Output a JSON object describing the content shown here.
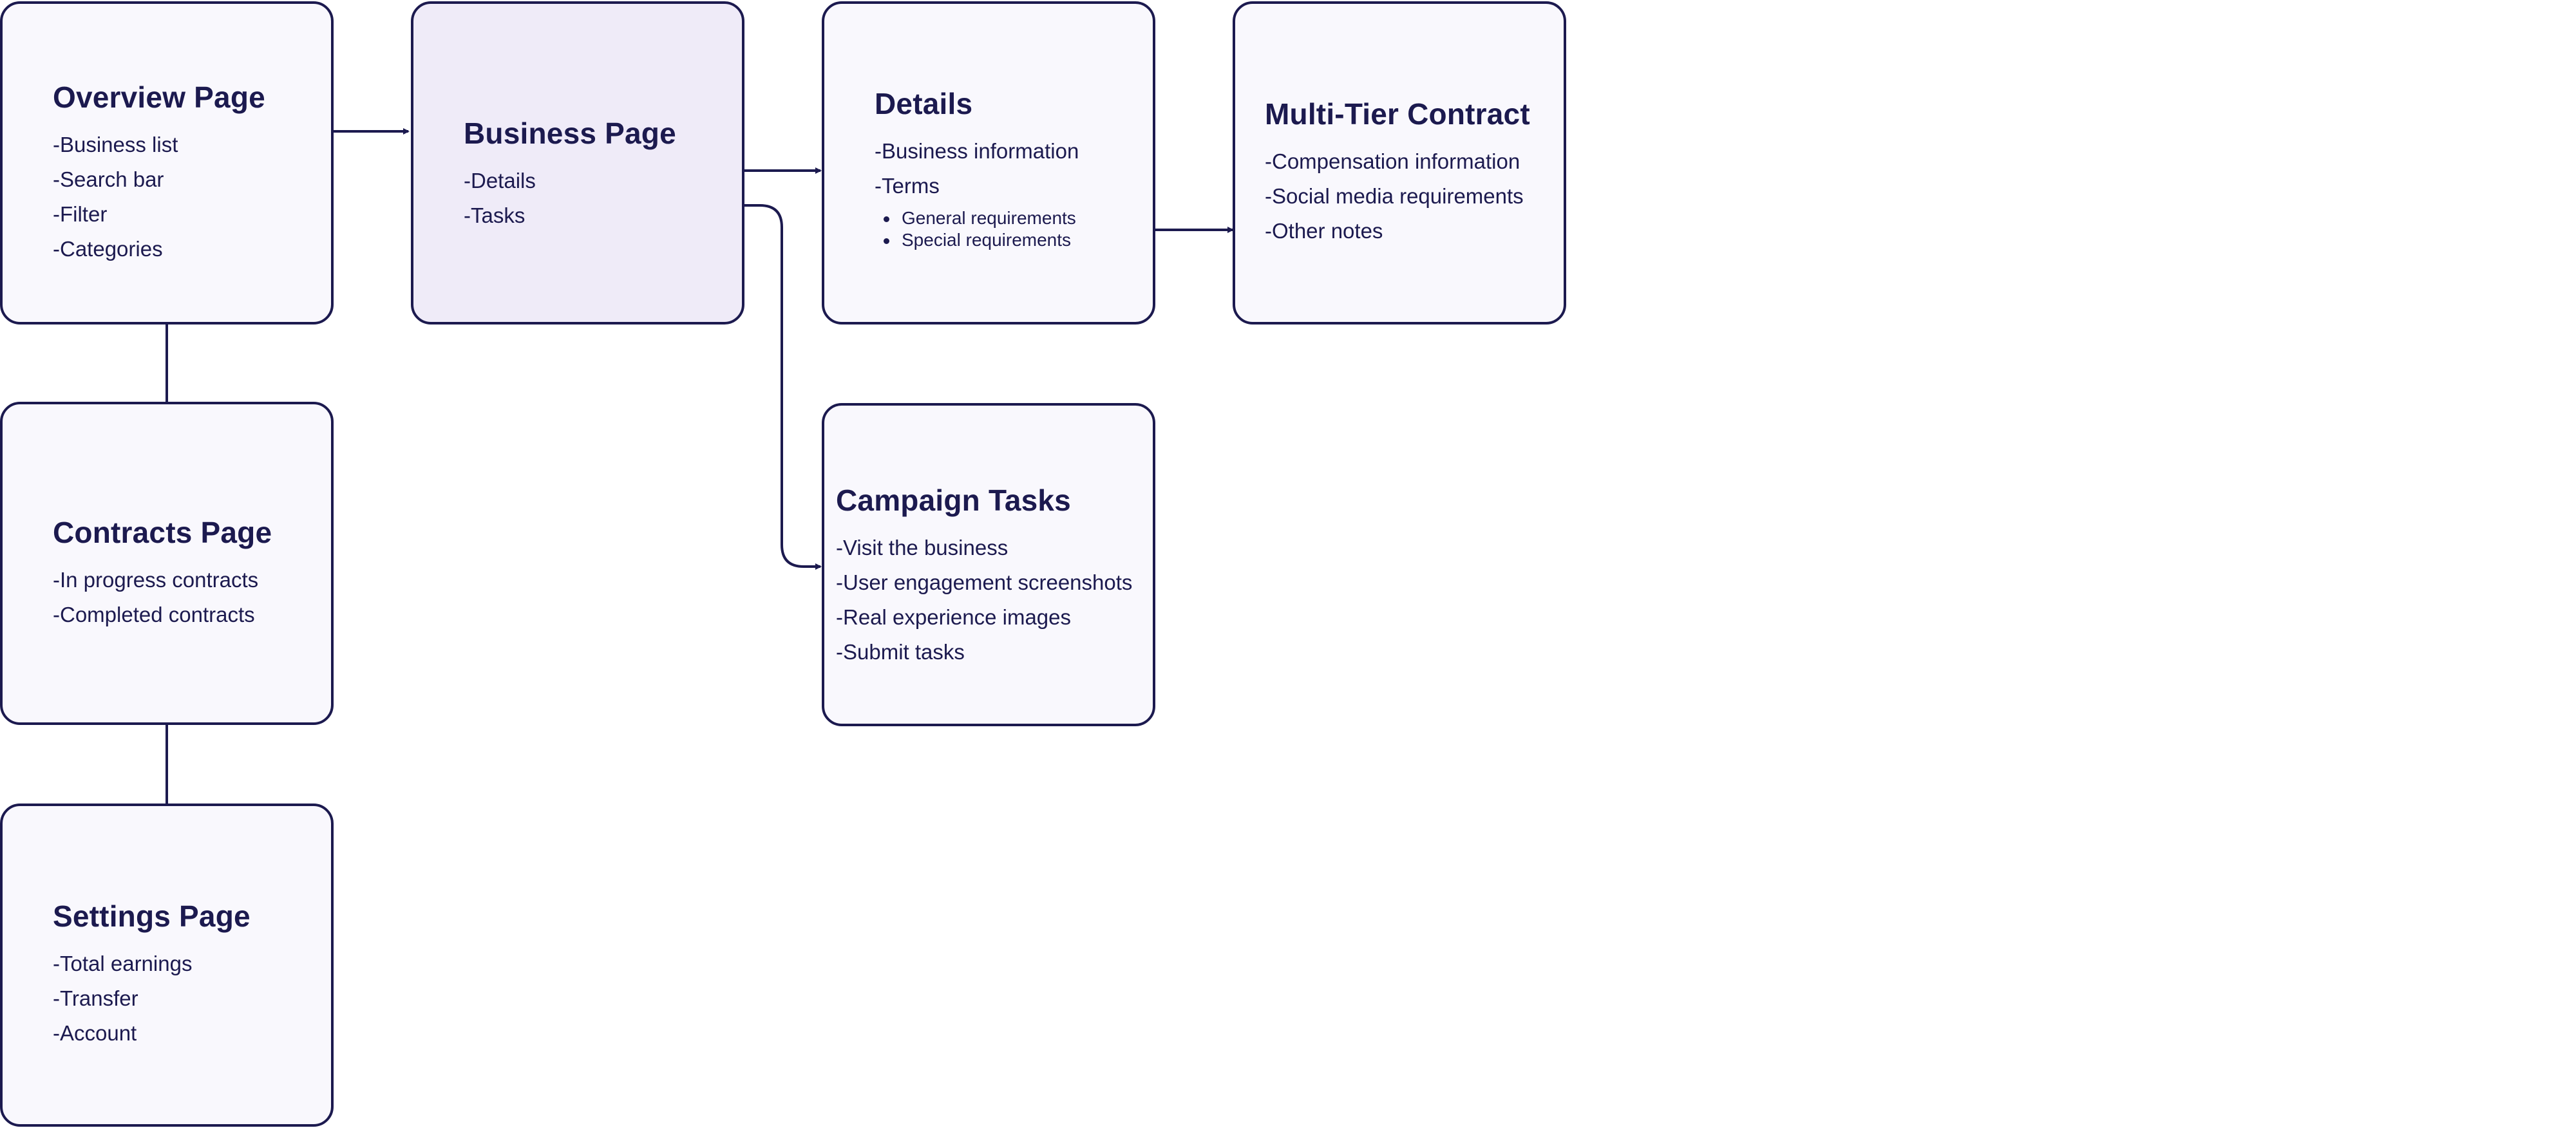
{
  "colors": {
    "stroke": "#1c1a4f",
    "card_fill": "#f9f8fd",
    "card_active_fill": "#efebf8",
    "background": "#ffffff"
  },
  "cards": {
    "overview": {
      "title": "Overview Page",
      "items": [
        "-Business list",
        "-Search bar",
        "-Filter",
        "-Categories"
      ]
    },
    "business": {
      "title": "Business Page",
      "items": [
        "-Details",
        "-Tasks"
      ]
    },
    "details": {
      "title": "Details",
      "items": [
        "-Business information",
        "-Terms"
      ],
      "subitems": [
        "General requirements",
        "Special requirements"
      ]
    },
    "multitier": {
      "title": "Multi-Tier Contract",
      "items": [
        "-Compensation information",
        "-Social media requirements",
        "-Other notes"
      ]
    },
    "contracts": {
      "title": "Contracts Page",
      "items": [
        "-In progress contracts",
        "-Completed contracts"
      ]
    },
    "campaign": {
      "title": "Campaign Tasks",
      "items": [
        "-Visit the business",
        "-User engagement screenshots",
        "-Real experience images",
        "-Submit tasks"
      ]
    },
    "settings": {
      "title": "Settings Page",
      "items": [
        "-Total earnings",
        "-Transfer",
        "-Account"
      ]
    }
  },
  "connections": [
    {
      "from": "overview.business_list",
      "to": "business",
      "arrow": true
    },
    {
      "from": "business.details",
      "to": "details",
      "arrow": true
    },
    {
      "from": "business.tasks",
      "to": "campaign",
      "arrow": true
    },
    {
      "from": "details.special_requirements",
      "to": "multitier",
      "arrow": true
    },
    {
      "from": "overview",
      "to": "contracts",
      "arrow": false
    },
    {
      "from": "contracts",
      "to": "settings",
      "arrow": false
    }
  ]
}
